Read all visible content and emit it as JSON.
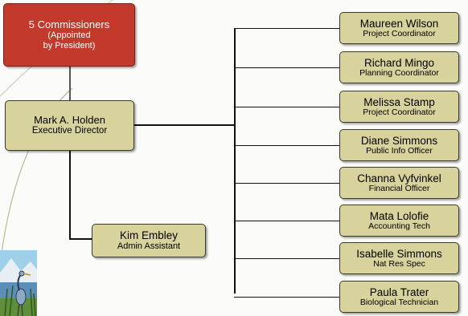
{
  "org_chart": {
    "board": {
      "name": "5 Commissioners",
      "role_lines": [
        "(Appointed",
        "by President)"
      ]
    },
    "executive": {
      "name": "Mark A. Holden",
      "role": "Executive Director"
    },
    "assistant": {
      "name": "Kim Embley",
      "role": "Admin Assistant"
    },
    "staff": [
      {
        "name": "Maureen Wilson",
        "role": "Project Coordinator"
      },
      {
        "name": "Richard Mingo",
        "role": "Planning Coordinator"
      },
      {
        "name": "Melissa Stamp",
        "role": "Project Coordinator"
      },
      {
        "name": "Diane Simmons",
        "role": "Public Info Officer"
      },
      {
        "name": "Channa Vyfvinkel",
        "role": "Financial Officer"
      },
      {
        "name": "Mata Lolofie",
        "role": "Accounting Tech"
      },
      {
        "name": "Isabelle Simmons",
        "role": "Nat Res Spec"
      },
      {
        "name": "Paula Trater",
        "role": "Biological Technician"
      }
    ]
  },
  "colors": {
    "board_fill": "#c33a2c",
    "box_fill": "#d8d29c",
    "connector": "#111111"
  },
  "decoration": {
    "corner_art": "heron-in-marsh-clipart"
  }
}
